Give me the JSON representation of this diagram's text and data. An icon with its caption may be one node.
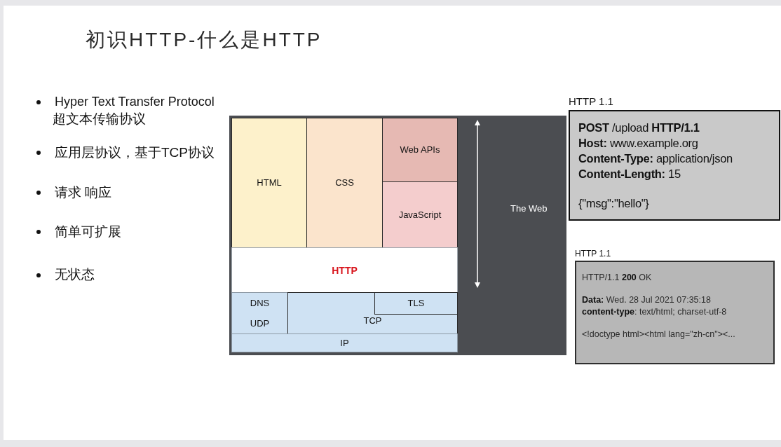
{
  "diagram": {
    "title": "**初识**HTTP-**什么是**HTTP",
    "nodes": [
      {
        "text": [
          "The Web"
        ]
      },
      {
        "text": [
          "HTML"
        ],
        "in": 0
      },
      {
        "text": [
          "CSS"
        ],
        "in": 0
      },
      {
        "text": [
          "Web APIs"
        ],
        "in": 0
      },
      {
        "text": [
          "JavaScript"
        ],
        "in": 0
      },
      {
        "text": [
          "HTTP"
        ],
        "in": 0
      },
      {
        "text": [
          "DNS",
          "UDP"
        ],
        "in": 0
      },
      {
        "text": [
          "TCP"
        ],
        "in": 0
      },
      {
        "text": [
          "TLS"
        ],
        "in": 7
      },
      {
        "text": [
          "IP"
        ],
        "in": 0
      },
      {
        "text": [
          "HTTP 1.1",
          "**POST** /upload **HTTP/1.1**",
          "**Host:** www.example.org",
          "**Content-Type:** application/json",
          "**Content-Length:** 15",
          "{\"msg\":\"hello\"}"
        ]
      },
      {
        "text": [
          "HTTP 1.1",
          "HTTP/1.1 **200** OK",
          "**Data:** Wed. 28 Jul 2021 07:35:18",
          "**content-type**: text/html; charset-utf-8",
          "<!doctype html><html lang=\"zh-cn\"><..."
        ]
      }
    ],
    "labels": [
      "Hyper Text Transfer Protocol",
      "超文本传输协议",
      "应用层协议，基于TCP协议",
      "请求 响应",
      "简单可扩展",
      "无状态"
    ]
  }
}
